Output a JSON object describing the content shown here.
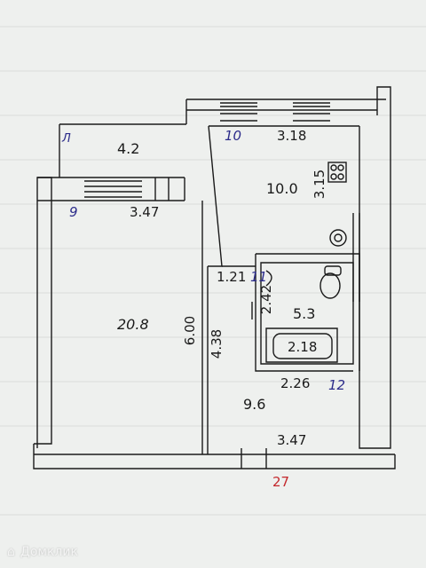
{
  "rooms": [
    {
      "number": "",
      "area": "4.2"
    },
    {
      "number": "10",
      "area": "10.0"
    },
    {
      "number": "9",
      "area": "20.8"
    },
    {
      "number": "11",
      "area": "5.3"
    },
    {
      "number": "12",
      "area": "9.6"
    }
  ],
  "balcony_mark": "Л",
  "dimensions": {
    "room10_width": "3.18",
    "room10_depth": "3.15",
    "room9_width": "3.47",
    "room9_length": "6.00",
    "hall_width": "1.21",
    "corridor_length": "4.38",
    "bath_depth": "2.42",
    "bathtub_length": "2.18",
    "bath_width": "2.26",
    "bottom_width": "3.47"
  },
  "floor_plan_number": "27",
  "watermark": "Домклик",
  "colors": {
    "paper": "#eef0ee",
    "lines": "#1a1a1a",
    "room_numbers": "#2b2b8a",
    "plan_number": "#c4282c"
  }
}
